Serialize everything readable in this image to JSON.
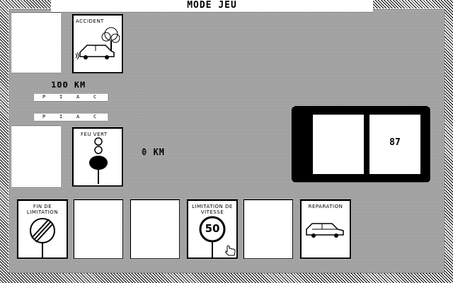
{
  "header": {
    "title": "MODE JEU"
  },
  "player_top": {
    "distance": "100 KM",
    "hazard_card": {
      "label": "ACCIDENT",
      "icon": "car-crash-icon"
    }
  },
  "player_bottom": {
    "distance": "0 KM",
    "status_card": {
      "label": "FEU VERT",
      "icon": "traffic-light-icon"
    }
  },
  "strips": [
    {
      "letters": [
        "P",
        "I",
        "A",
        "C"
      ]
    },
    {
      "letters": [
        "P",
        "I",
        "A",
        "C"
      ]
    }
  ],
  "draw_pile": {
    "count": "87"
  },
  "hand": [
    {
      "label": "FIN DE LIMITATION",
      "icon": "end-of-limit-sign-icon"
    },
    {
      "label": "",
      "icon": ""
    },
    {
      "label": "",
      "icon": ""
    },
    {
      "label": "LIMITATION DE VITESSE",
      "icon": "speed-limit-sign-icon",
      "sign_value": "50"
    },
    {
      "label": "",
      "icon": ""
    },
    {
      "label": "REPARATION",
      "icon": "repair-car-icon"
    }
  ]
}
